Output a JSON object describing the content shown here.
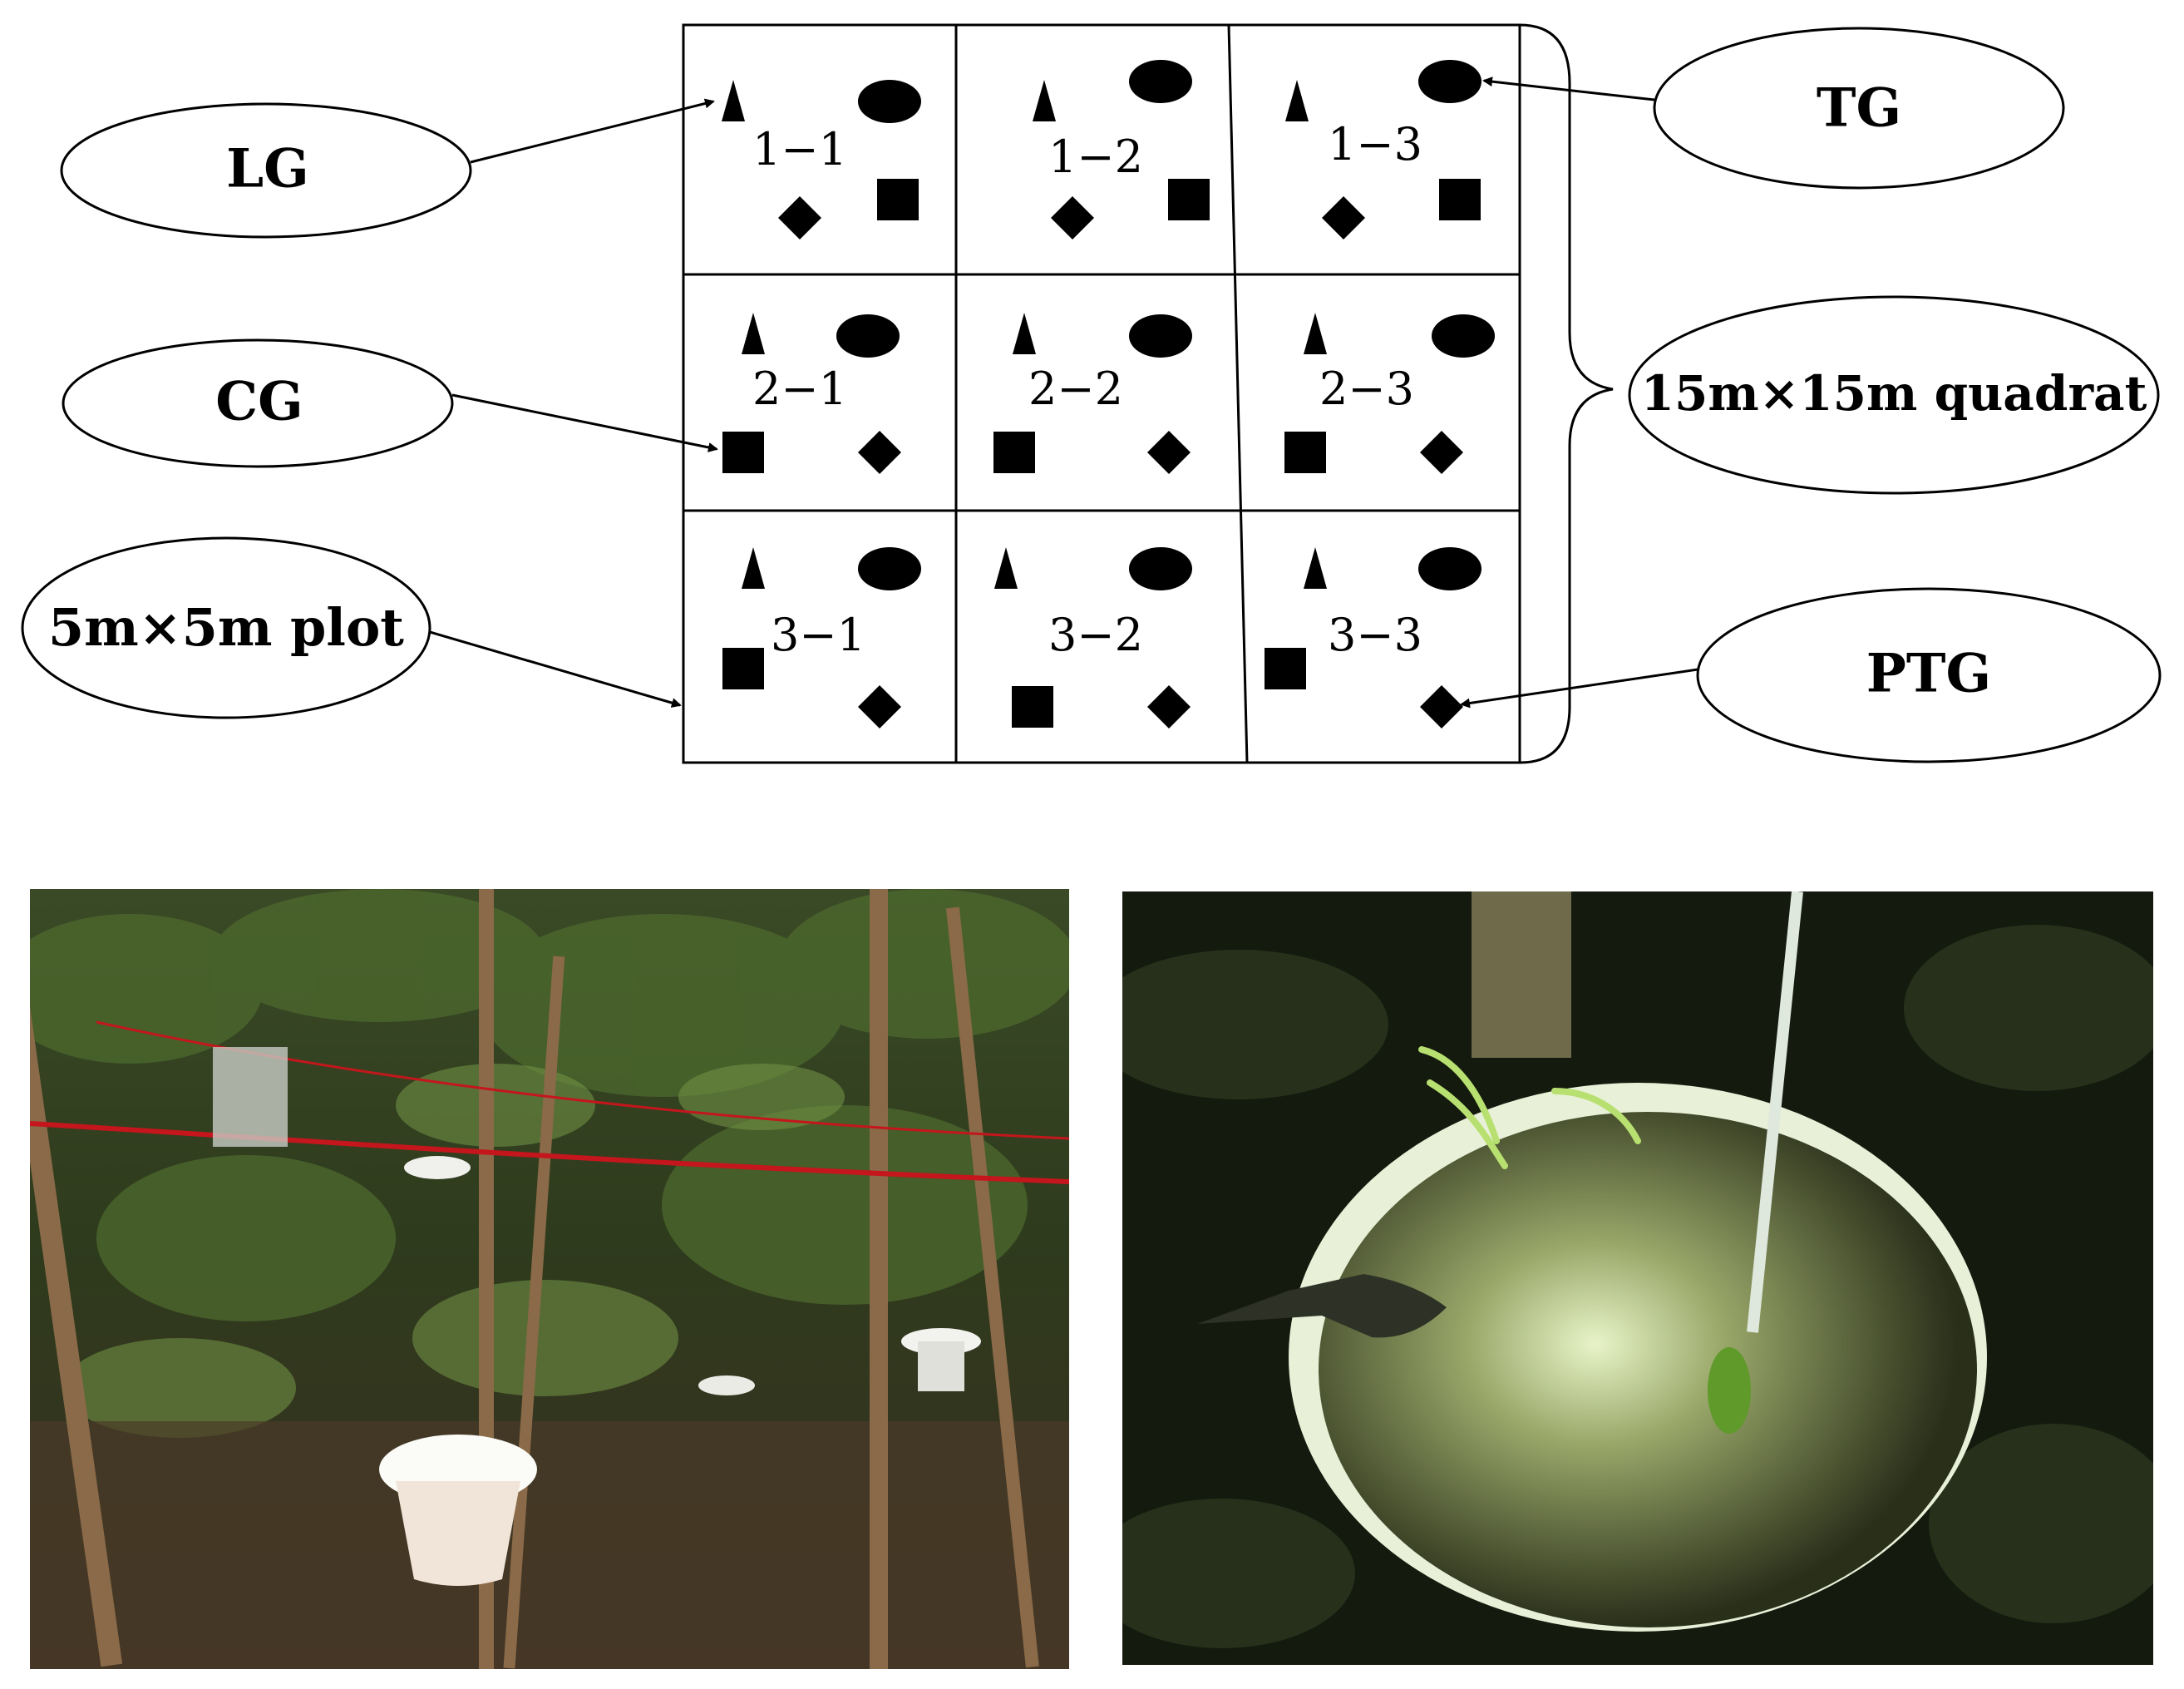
{
  "diagram": {
    "labels": {
      "lg": "LG",
      "cg": "CG",
      "plot": "5m×5m plot",
      "tg": "TG",
      "quadrat": "15m×15m quadrat",
      "ptg": "PTG"
    },
    "cells": [
      "1−1",
      "1−2",
      "1−3",
      "2−1",
      "2−2",
      "2−3",
      "3−1",
      "3−2",
      "3−3"
    ],
    "symbols": {
      "triangle": "triangle-icon",
      "ellipse": "ellipse-icon",
      "square": "square-icon",
      "diamond": "diamond-icon"
    }
  },
  "photos": {
    "left": "forest-plot-with-litter-traps-photo",
    "right": "soil-collar-chamber-photo"
  },
  "colors": {
    "ink": "#000000",
    "background": "#ffffff",
    "forest_dark": "#1f2a14",
    "forest_mid": "#3f5226",
    "rope_red": "#c4161c",
    "soil_lit": "#9aa86a",
    "ring_white": "#e8f0d8"
  }
}
